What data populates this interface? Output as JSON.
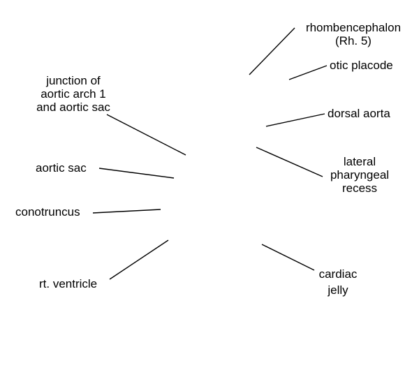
{
  "labels": {
    "rhombencephalon_line1": "rhombencephalon",
    "rhombencephalon_line2": "(Rh. 5)",
    "otic_placode": "otic placode",
    "junction_line1": "junction of",
    "junction_line2": "aortic arch 1",
    "junction_line3": "and aortic sac",
    "dorsal_aorta": "dorsal aorta",
    "aortic_sac": "aortic sac",
    "lateral_line1": "lateral",
    "lateral_line2": "pharyngeal",
    "lateral_line3": "recess",
    "conotruncus": "conotruncus",
    "cardiac_line1": "cardiac",
    "cardiac_line2": "jelly",
    "rt_ventricle": "rt. ventricle"
  }
}
